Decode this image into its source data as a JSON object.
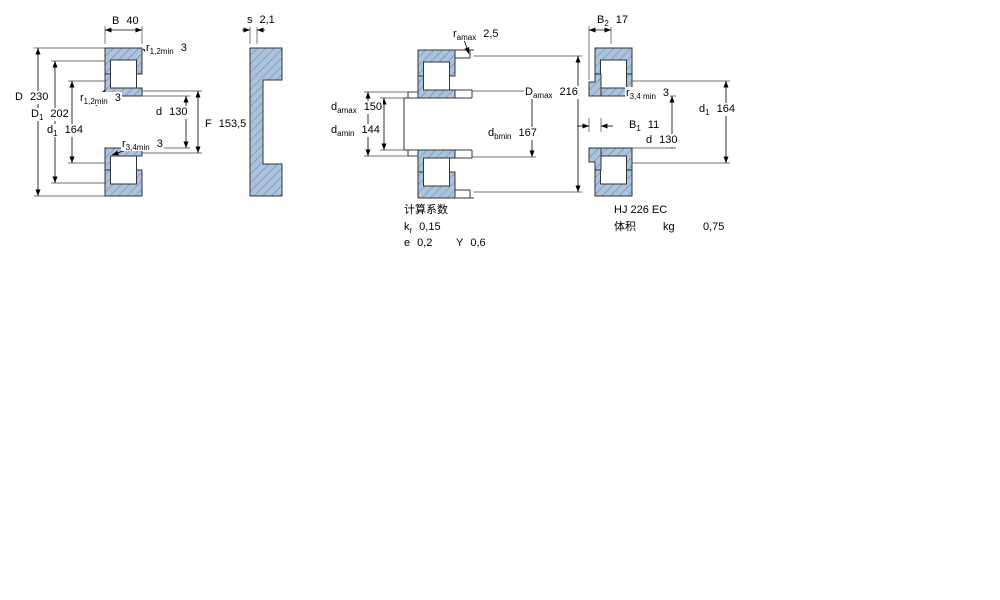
{
  "colors": {
    "section_fill": "#abc3dc",
    "hatch": "#5f83aa",
    "outline": "#333333",
    "dimension": "#000000"
  },
  "dims": {
    "b": {
      "sym": "B",
      "sub": "",
      "val": "40"
    },
    "r12_top": {
      "sym": "r",
      "sub": "1,2min",
      "val": "3"
    },
    "D": {
      "sym": "D",
      "sub": "",
      "val": "230"
    },
    "D1": {
      "sym": "D",
      "sub": "1",
      "val": "202"
    },
    "d1": {
      "sym": "d",
      "sub": "1",
      "val": "164"
    },
    "r12_inner": {
      "sym": "r",
      "sub": "1,2min",
      "val": "3"
    },
    "d": {
      "sym": "d",
      "sub": "",
      "val": "130"
    },
    "r34": {
      "sym": "r",
      "sub": "3,4min",
      "val": "3"
    },
    "F": {
      "sym": "F",
      "sub": "",
      "val": "153,5"
    },
    "s": {
      "sym": "s",
      "sub": "",
      "val": "2,1"
    },
    "ramax": {
      "sym": "r",
      "sub": "amax",
      "val": "2,5"
    },
    "damax": {
      "sym": "d",
      "sub": "amax",
      "val": "150"
    },
    "damin": {
      "sym": "d",
      "sub": "amin",
      "val": "144"
    },
    "Damax": {
      "sym": "D",
      "sub": "amax",
      "val": "216"
    },
    "dbmin": {
      "sym": "d",
      "sub": "bmin",
      "val": "167"
    },
    "B2": {
      "sym": "B",
      "sub": "2",
      "val": "17"
    },
    "r34min_hj": {
      "sym": "r",
      "sub": "3,4 min",
      "val": "3"
    },
    "d1_hj": {
      "sym": "d",
      "sub": "1",
      "val": "164"
    },
    "B1": {
      "sym": "B",
      "sub": "1",
      "val": "11"
    },
    "d_hj": {
      "sym": "d",
      "sub": "",
      "val": "130"
    }
  },
  "calculation": {
    "title": "计算系数",
    "kr": {
      "sym": "k",
      "sub": "r",
      "val": "0,15"
    },
    "e": {
      "sym": "e",
      "sub": "",
      "val": "0,2"
    },
    "Y": {
      "sym": "Y",
      "sub": "",
      "val": "0,6"
    }
  },
  "hj_ring": {
    "designation": "HJ 226 EC",
    "mass_label": "体积",
    "mass_unit": "kg",
    "mass_value": "0,75"
  }
}
